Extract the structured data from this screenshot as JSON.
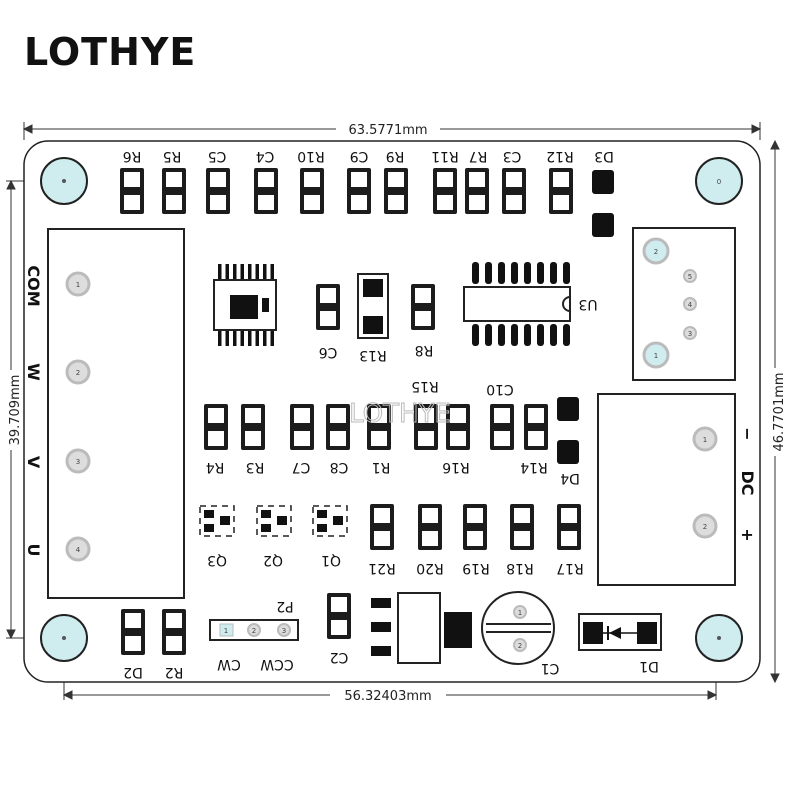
{
  "brand": "LOTHYE",
  "watermark": "LOTHYE",
  "dimensions": {
    "top_width": "63.5771mm",
    "bottom_width": "56.32403mm",
    "left_height": "39.709mm",
    "right_height": "46.7701mm"
  },
  "labels": {
    "top_row": [
      "R6",
      "R5",
      "C5",
      "C4",
      "R10",
      "C9",
      "R9",
      "R11",
      "R7",
      "C3",
      "R12",
      "D3"
    ],
    "U3": "U3",
    "C6": "C6",
    "R13": "R13",
    "R8": "R8",
    "R15": "R15",
    "C10": "C10",
    "mid_row": [
      "R4",
      "R3",
      "C7",
      "C8",
      "R1",
      "R16",
      "R14"
    ],
    "D4": "D4",
    "Q3": "Q3",
    "Q2": "Q2",
    "Q1": "Q1",
    "lower_row": [
      "R21",
      "R20",
      "R19",
      "R18",
      "R17"
    ],
    "P2": "P2",
    "CCW": "CCW",
    "CW": "CW",
    "D2": "D2",
    "R2": "R2",
    "C2": "C2",
    "C1": "C1",
    "D1": "D1",
    "left_terminal": [
      "COM",
      "W",
      "V",
      "U"
    ],
    "DC": "DC",
    "minus": "−",
    "plus": "+"
  },
  "pad_numbers": {
    "left_terminal": [
      "1",
      "2",
      "3",
      "4"
    ],
    "p2": [
      "1",
      "2",
      "3"
    ],
    "jst": [
      "2",
      "5",
      "4",
      "3",
      "1"
    ],
    "dc": [
      "1",
      "2"
    ],
    "c1": [
      "1",
      "2"
    ],
    "hole_mark": "0"
  },
  "colors": {
    "hole": "#cfecef",
    "pad_fill": "#1c1c1c",
    "pad_inner": "#ffffff"
  }
}
